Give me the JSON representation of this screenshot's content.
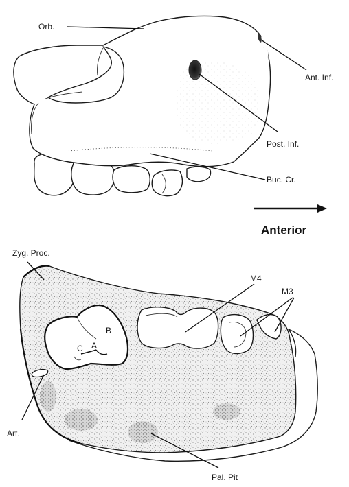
{
  "figure": {
    "upper_view": {
      "labels": {
        "orb": "Orb.",
        "ant_inf": "Ant. Inf.",
        "post_inf": "Post. Inf.",
        "buc_cr": "Buc. Cr."
      }
    },
    "direction": {
      "label": "Anterior"
    },
    "lower_view": {
      "labels": {
        "zyg_proc": "Zyg. Proc.",
        "m4": "M4",
        "m3": "M3",
        "b": "B",
        "a": "A",
        "c": "C",
        "art": "Art.",
        "pal_pit": "Pal. Pit"
      }
    }
  }
}
